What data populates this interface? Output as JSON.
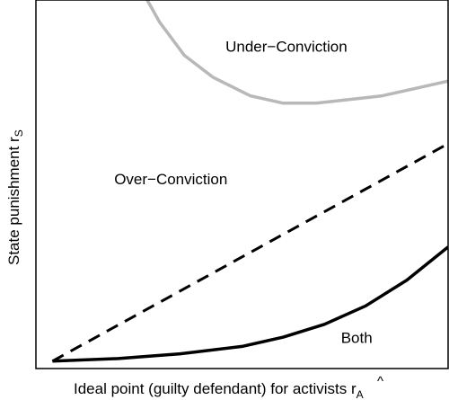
{
  "chart_data": {
    "type": "line",
    "title": "",
    "xlabel": "Ideal point (guilty defendant) for activists r̂A",
    "ylabel": "State punishment rS",
    "xlabel_main": "Ideal point (guilty defendant) for activists ",
    "xlabel_var": "r",
    "xlabel_hat": "^",
    "xlabel_sub": "A",
    "ylabel_main": "State punishment r",
    "ylabel_sub": "S",
    "xlim": [
      0,
      1
    ],
    "ylim": [
      0,
      1
    ],
    "grid": false,
    "ticks": false,
    "annotations": [
      {
        "key": "under",
        "text": "Under−Conviction",
        "x": 0.46,
        "y": 0.86
      },
      {
        "key": "over",
        "text": "Over−Conviction",
        "x": 0.19,
        "y": 0.5
      },
      {
        "key": "both",
        "text": "Both",
        "x": 0.74,
        "y": 0.07
      }
    ],
    "series": [
      {
        "key": "under-curve",
        "color": "#b8b8b8",
        "style": "solid",
        "x": [
          0.26,
          0.3,
          0.36,
          0.43,
          0.52,
          0.6,
          0.68,
          0.76,
          0.84,
          0.92,
          1.0
        ],
        "y": [
          1.02,
          0.94,
          0.85,
          0.79,
          0.74,
          0.72,
          0.72,
          0.73,
          0.74,
          0.76,
          0.78
        ]
      },
      {
        "key": "dashed-line",
        "color": "#000000",
        "style": "dashed",
        "x": [
          0.04,
          1.0
        ],
        "y": [
          0.02,
          0.61
        ]
      },
      {
        "key": "both-curve",
        "color": "#000000",
        "style": "solid",
        "x": [
          0.04,
          0.2,
          0.35,
          0.5,
          0.6,
          0.7,
          0.8,
          0.9,
          1.0
        ],
        "y": [
          0.02,
          0.027,
          0.04,
          0.06,
          0.085,
          0.12,
          0.17,
          0.24,
          0.33
        ]
      }
    ]
  }
}
